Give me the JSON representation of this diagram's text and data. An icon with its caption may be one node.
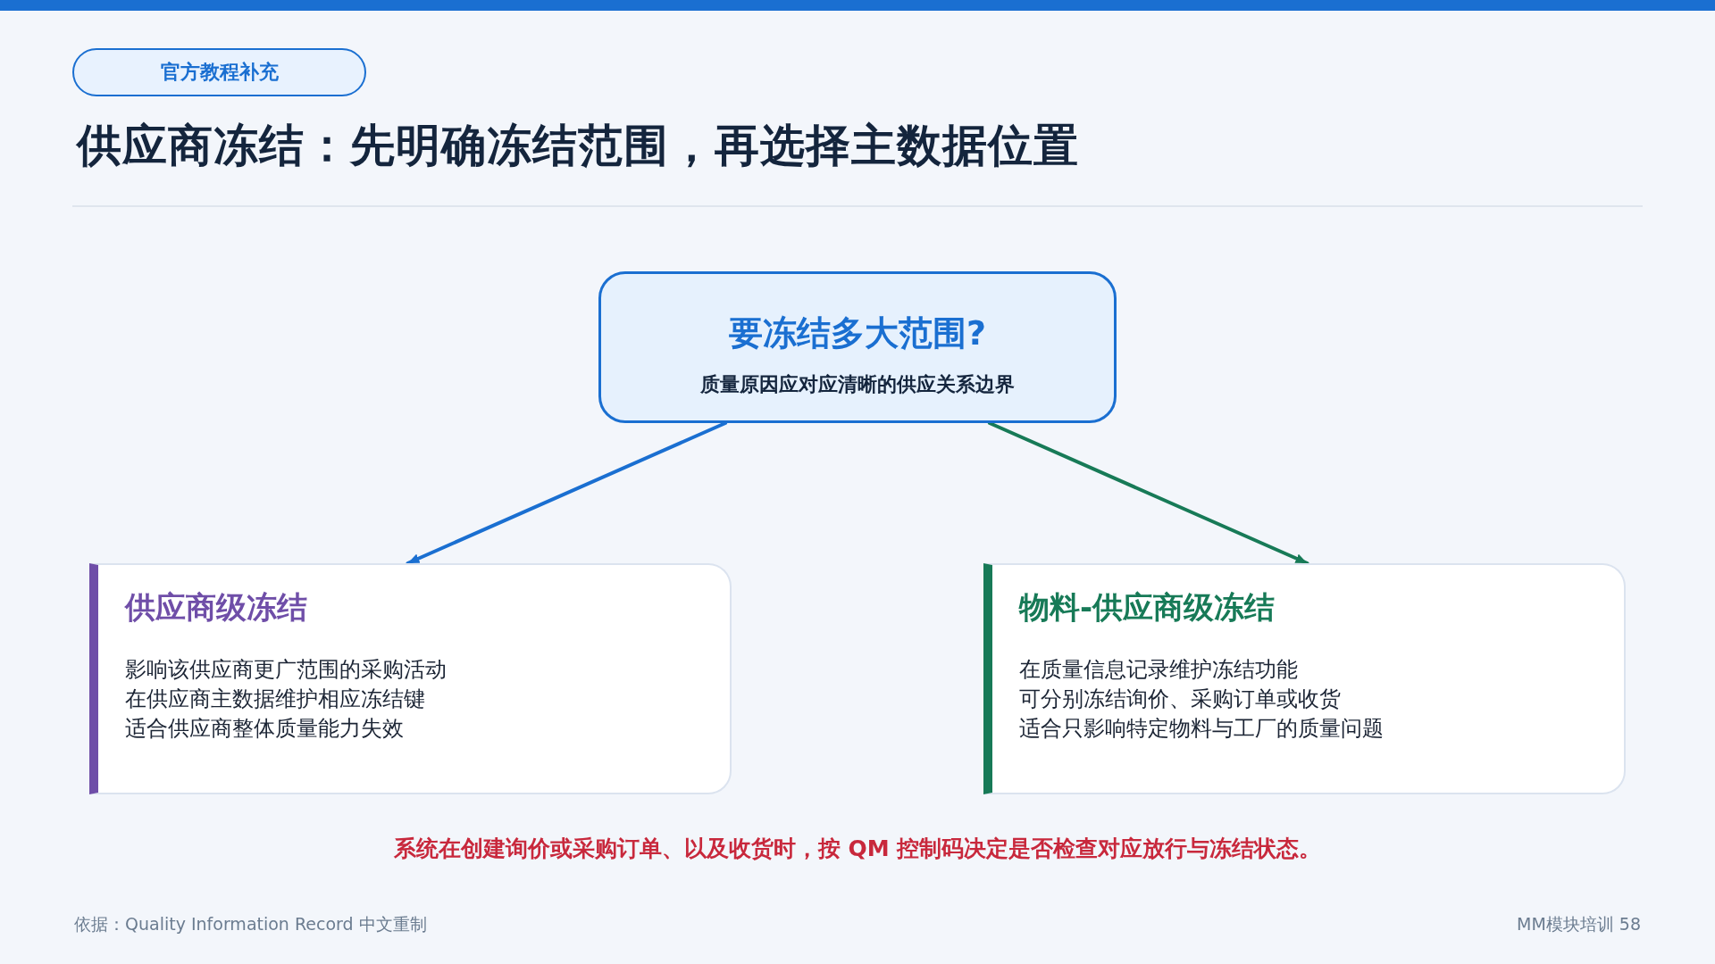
{
  "diagram": {
    "title": "供应商冻结：先明确冻结范围，再选择主数据位置",
    "nodes": [
      {
        "text": [
          "官方教程补充"
        ]
      },
      {
        "text": [
          "要冻结多大范围?",
          "质量原因应对应清晰的供应关系边界"
        ]
      },
      {
        "text": [
          "供应商级冻结",
          "影响该供应商更广范围的采购活动",
          "在供应商主数据维护相应冻结键",
          "适合供应商整体质量能力失效"
        ]
      },
      {
        "text": [
          "物料-供应商级冻结",
          "在质量信息记录维护冻结功能",
          "可分别冻结询价、采购订单或收货",
          "适合只影响特定物料与工厂的质量问题"
        ]
      }
    ],
    "edges": [
      {
        "from": 1,
        "to": 2,
        "arrow": "to",
        "color": "#1a6fd1"
      },
      {
        "from": 1,
        "to": 3,
        "arrow": "to",
        "color": "#177a57"
      }
    ],
    "labels": [
      "系统在创建询价或采购订单、以及收货时，按 QM 控制码决定是否检查对应放行与冻结状态。",
      "依据：Quality Information Record 中文重制",
      "MM模块培训 58"
    ]
  }
}
